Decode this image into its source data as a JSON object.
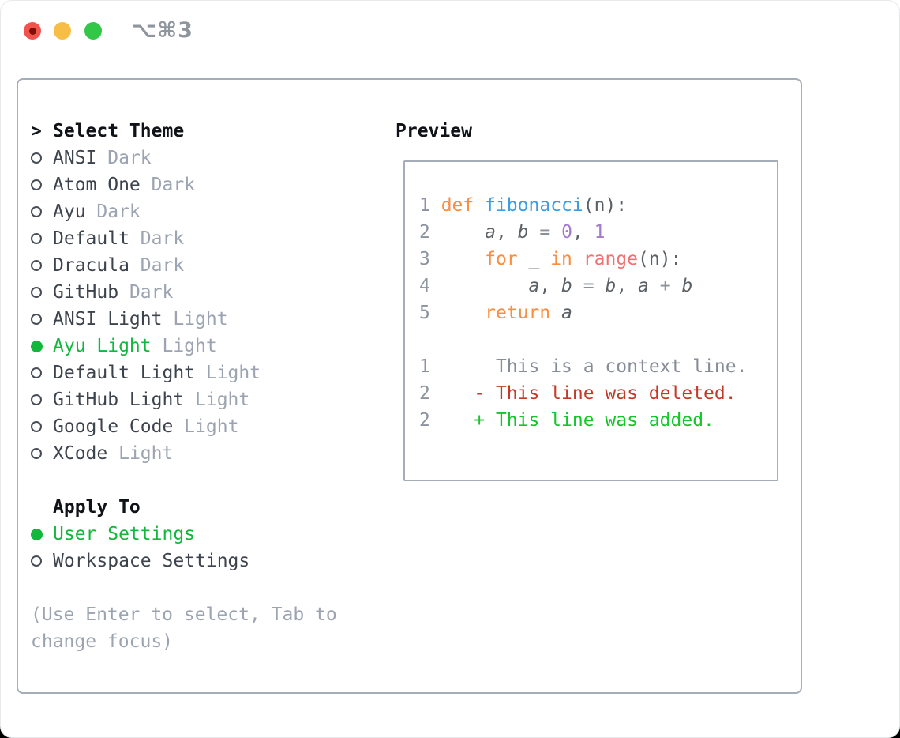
{
  "colors": {
    "bg": "#ffffff",
    "backdrop": "#000000",
    "border": "#a5adb8",
    "text_black": "#0f1317",
    "text_dark": "#3d434c",
    "muted": "#9ba4b0",
    "green": "#12b73c",
    "titlebar_text": "#8f959c",
    "light_red": "#f1544d",
    "light_red_dot": "#7e1008",
    "light_yellow": "#f7bd45",
    "light_green": "#33c748",
    "ln": "#8b939f",
    "kw": "#fa8d3e",
    "fn": "#399ee6",
    "fg": "#5c6166",
    "op": "#8a9199",
    "num": "#a37acc",
    "call": "#f07171",
    "ctx": "#868d96",
    "del": "#c43a28",
    "add": "#16c42c"
  },
  "window": {
    "title": "⌥⌘3"
  },
  "panel": {
    "select_theme": {
      "prompt": ">",
      "header": "Select Theme"
    },
    "themes": [
      {
        "name": "ANSI",
        "variant": "Dark",
        "selected": false
      },
      {
        "name": "Atom One",
        "variant": "Dark",
        "selected": false
      },
      {
        "name": "Ayu",
        "variant": "Dark",
        "selected": false
      },
      {
        "name": "Default",
        "variant": "Dark",
        "selected": false
      },
      {
        "name": "Dracula",
        "variant": "Dark",
        "selected": false
      },
      {
        "name": "GitHub",
        "variant": "Dark",
        "selected": false
      },
      {
        "name": "ANSI Light",
        "variant": "Light",
        "selected": false
      },
      {
        "name": "Ayu Light",
        "variant": "Light",
        "selected": true
      },
      {
        "name": "Default Light",
        "variant": "Light",
        "selected": false
      },
      {
        "name": "GitHub Light",
        "variant": "Light",
        "selected": false
      },
      {
        "name": "Google Code",
        "variant": "Light",
        "selected": false
      },
      {
        "name": "XCode",
        "variant": "Light",
        "selected": false
      }
    ],
    "apply_to": {
      "header": "Apply To",
      "options": [
        {
          "label": "User Settings",
          "selected": true
        },
        {
          "label": "Workspace Settings",
          "selected": false
        }
      ]
    },
    "help_lines": [
      "(Use Enter to select, Tab to",
      "change focus)"
    ]
  },
  "preview": {
    "header": "Preview",
    "lines": [
      [
        [
          "1 ",
          "ln"
        ],
        [
          "def",
          "kw"
        ],
        [
          " ",
          "fg"
        ],
        [
          "fibonacci",
          "fn"
        ],
        [
          "(n):",
          "fg"
        ]
      ],
      [
        [
          "2",
          "ln"
        ],
        [
          "     ",
          "fg"
        ],
        [
          "a",
          "var"
        ],
        [
          ", ",
          "fg"
        ],
        [
          "b",
          "var"
        ],
        [
          " ",
          "fg"
        ],
        [
          "=",
          "op"
        ],
        [
          " ",
          "fg"
        ],
        [
          "0",
          "num"
        ],
        [
          ", ",
          "fg"
        ],
        [
          "1",
          "num"
        ]
      ],
      [
        [
          "3",
          "ln"
        ],
        [
          "     ",
          "fg"
        ],
        [
          "for",
          "kw"
        ],
        [
          " _ ",
          "fg"
        ],
        [
          "in",
          "kw"
        ],
        [
          " ",
          "fg"
        ],
        [
          "range",
          "call"
        ],
        [
          "(n):",
          "fg"
        ]
      ],
      [
        [
          "4",
          "ln"
        ],
        [
          "         ",
          "fg"
        ],
        [
          "a",
          "var"
        ],
        [
          ", ",
          "fg"
        ],
        [
          "b",
          "var"
        ],
        [
          " ",
          "fg"
        ],
        [
          "=",
          "op"
        ],
        [
          " ",
          "fg"
        ],
        [
          "b",
          "var"
        ],
        [
          ", ",
          "fg"
        ],
        [
          "a",
          "var"
        ],
        [
          " ",
          "fg"
        ],
        [
          "+",
          "op"
        ],
        [
          " ",
          "fg"
        ],
        [
          "b",
          "var"
        ]
      ],
      [
        [
          "5",
          "ln"
        ],
        [
          "     ",
          "fg"
        ],
        [
          "return",
          "kw"
        ],
        [
          " ",
          "fg"
        ],
        [
          "a",
          "var"
        ]
      ],
      [],
      [
        [
          "1",
          "ln"
        ],
        [
          "      ",
          "fg"
        ],
        [
          "This is a context line.",
          "ctx"
        ]
      ],
      [
        [
          "2",
          "ln"
        ],
        [
          "    ",
          "fg"
        ],
        [
          "- This line was deleted.",
          "del"
        ]
      ],
      [
        [
          "2",
          "ln"
        ],
        [
          "    ",
          "fg"
        ],
        [
          "+ This line was added.",
          "add"
        ]
      ]
    ]
  }
}
